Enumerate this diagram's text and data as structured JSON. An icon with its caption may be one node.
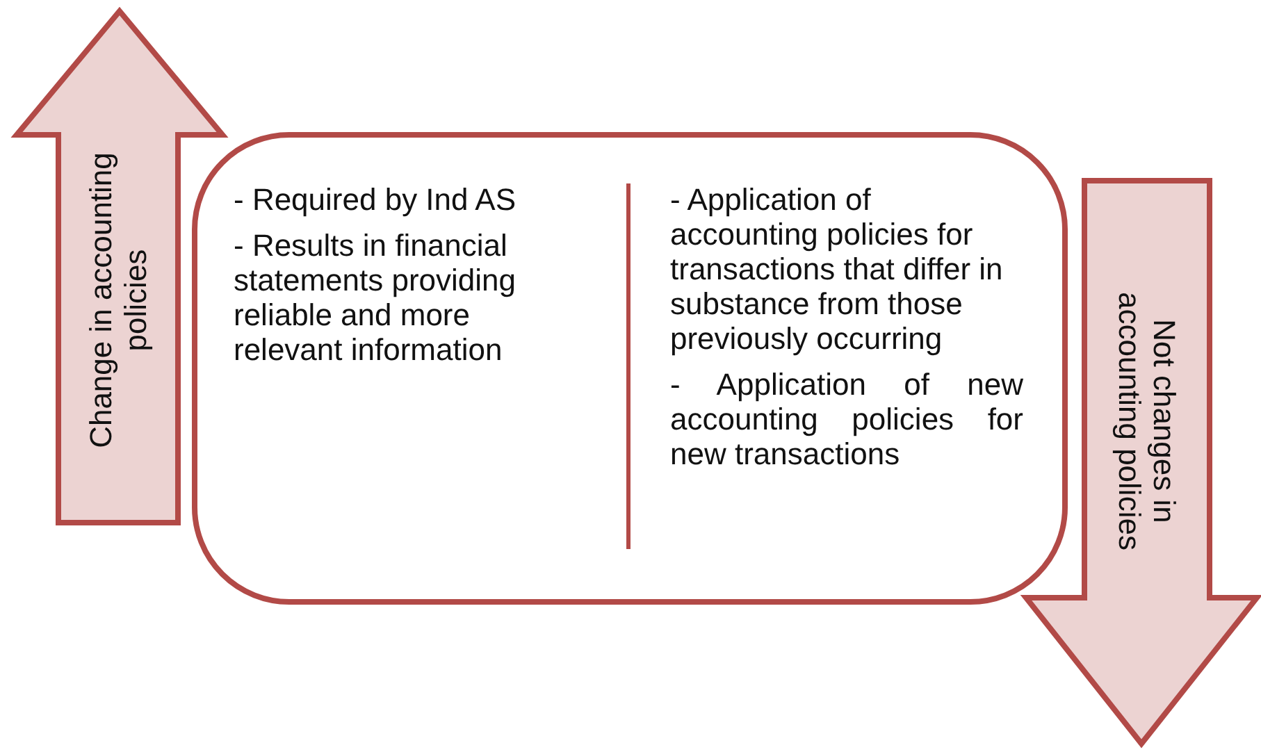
{
  "diagram": {
    "nodes": [
      {
        "text": [
          "Change in accounting policies"
        ]
      },
      {
        "text": [
          "- Required by Ind AS",
          "- Results in financial statements providing reliable and more relevant information",
          "- Application of accounting policies for transactions that differ in substance from those previously occurring",
          "- Application of new accounting policies for new transactions"
        ]
      },
      {
        "text": [
          "Not changes in accounting policies"
        ]
      }
    ]
  }
}
